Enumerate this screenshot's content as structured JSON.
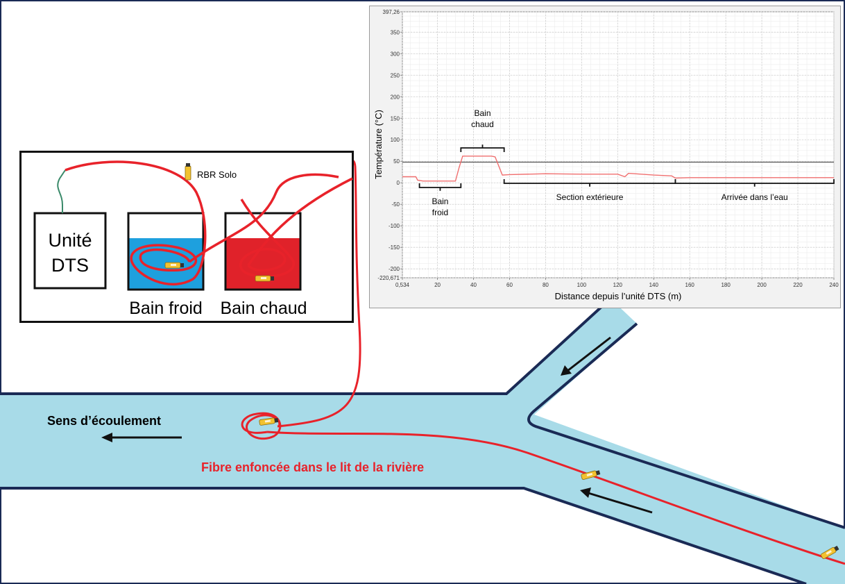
{
  "inset": {
    "unit_label_line1": "Unité",
    "unit_label_line2": "DTS",
    "sensor_label": "RBR Solo",
    "cold_bath_label": "Bain froid",
    "hot_bath_label": "Bain chaud"
  },
  "river": {
    "flow_label": "Sens d’écoulement",
    "fibre_label": "Fibre enfoncée dans le lit de la rivière"
  },
  "colors": {
    "water": "#a8dbe8",
    "bank": "#1a2a55",
    "fibre": "#e8222a",
    "cold_bath": "#1ea0de",
    "hot_bath": "#e0222a",
    "sensor": "#f2c230"
  },
  "chart_data": {
    "type": "line",
    "xlabel": "Distance depuis l’unité DTS  (m)",
    "ylabel": "Température  (°C)",
    "xlim": [
      0.534,
      240
    ],
    "ylim": [
      -220.671,
      397.26
    ],
    "x_ticks": [
      "0,534",
      "20",
      "40",
      "60",
      "80",
      "100",
      "120",
      "140",
      "160",
      "180",
      "200",
      "220",
      "240"
    ],
    "y_ticks": [
      "397,26",
      "350",
      "300",
      "250",
      "200",
      "150",
      "100",
      "50",
      "0",
      "-50",
      "-100",
      "-150",
      "-200",
      "-220,671"
    ],
    "reference_line_y": 48,
    "grid": true,
    "series": [
      {
        "x": [
          0.534,
          8,
          9,
          12,
          20,
          30,
          32,
          34,
          50,
          52,
          56,
          60,
          80,
          100,
          120,
          124,
          126,
          140,
          150,
          152,
          160,
          200,
          240
        ],
        "y": [
          14,
          14,
          6,
          4,
          4,
          4,
          35,
          62,
          62,
          60,
          18,
          19,
          21,
          20,
          20,
          14,
          22,
          18,
          16,
          11,
          12,
          12,
          12
        ]
      }
    ],
    "annotations": [
      {
        "line1": "Bain",
        "line2": "froid",
        "from": 10,
        "to": 33
      },
      {
        "line1": "Bain",
        "line2": "chaud",
        "from": 33,
        "to": 57
      },
      {
        "line1": "Section extérieure",
        "line2": "",
        "from": 57,
        "to": 152
      },
      {
        "line1": "Arrivée dans l’eau",
        "line2": "",
        "from": 152,
        "to": 240
      }
    ]
  }
}
